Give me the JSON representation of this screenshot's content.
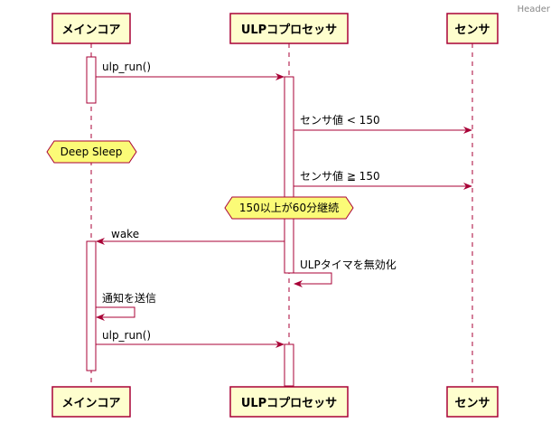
{
  "header": {
    "text": "Header"
  },
  "participants": [
    {
      "id": "main",
      "label": "メインコア"
    },
    {
      "id": "ulp",
      "label": "ULPコプロセッサ"
    },
    {
      "id": "sensor",
      "label": "センサ"
    }
  ],
  "messages": [
    {
      "id": "m1",
      "from": "main",
      "to": "ulp",
      "label": "ulp_run()"
    },
    {
      "id": "m2",
      "from": "ulp",
      "to": "sensor",
      "label": "センサ値 < 150"
    },
    {
      "id": "m3",
      "from": "ulp",
      "to": "sensor",
      "label": "センサ値 ≧ 150"
    },
    {
      "id": "m4",
      "from": "ulp",
      "to": "main",
      "label": "wake"
    },
    {
      "id": "m5",
      "from": "ulp",
      "to": "ulp",
      "label": "ULPタイマを無効化"
    },
    {
      "id": "m6",
      "from": "main",
      "to": "main",
      "label": "通知を送信"
    },
    {
      "id": "m7",
      "from": "main",
      "to": "ulp",
      "label": "ulp_run()"
    }
  ],
  "notes": [
    {
      "id": "n1",
      "label": "Deep Sleep",
      "over": "main"
    },
    {
      "id": "n2",
      "label": "150以上が60分継続",
      "over": "ulp"
    }
  ],
  "colors": {
    "participant_fill": "#FEFECE",
    "participant_border": "#A80036",
    "arrow": "#A80036",
    "lifeline": "#A80036",
    "note_fill": "#FBFB77",
    "note_border": "#A80036"
  }
}
